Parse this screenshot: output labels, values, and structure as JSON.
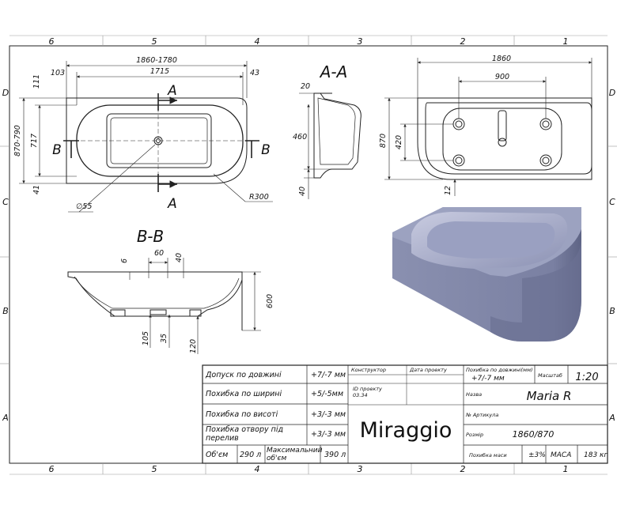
{
  "frame": {
    "columns": [
      "6",
      "5",
      "4",
      "3",
      "2",
      "1"
    ],
    "rows": [
      "D",
      "C",
      "B",
      "A"
    ]
  },
  "top_view": {
    "overall_length": "1860-1780",
    "left_offset": "103",
    "inner_length": "1715",
    "right_offset": "43",
    "top_margin": "111",
    "inner_width": "717",
    "bottom_margin": "41",
    "overall_width": "870-790",
    "drain_diameter": "∅55",
    "corner_radius": "R300",
    "section_a": "A",
    "section_b": "B"
  },
  "section_aa": {
    "title": "A-A",
    "rim": "20",
    "depth": "460",
    "base": "40"
  },
  "right_view": {
    "length": "1860",
    "hole_spacing": "900",
    "width": "870",
    "hole_offset": "420",
    "rim": "12"
  },
  "section_bb": {
    "title": "B-B",
    "rim": "6",
    "drain_width": "60",
    "drain_offset": "40",
    "height": "600",
    "foot_a": "105",
    "foot_b": "35",
    "foot_c": "120"
  },
  "title_block": {
    "tol_length_label": "Допуск по довжині",
    "tol_length_value": "+7/-7 мм",
    "tol_width_label": "Похибка по ширині",
    "tol_width_value": "+5/-5мм",
    "tol_height_label": "Похибка по висоті",
    "tol_height_value": "+3/-3 мм",
    "tol_overflow_label": "Похибка отвору під перелив",
    "tol_overflow_value": "+3/-3 мм",
    "volume_label": "Об'єм",
    "volume_value": "290 л",
    "max_volume_label": "Максимальний об'єм",
    "max_volume_value": "390 л",
    "designer_label": "Конструктор",
    "date_label": "Дата проекту",
    "project_id": "ID проекту 03.34",
    "brand": "Miraggio",
    "length_tol_label": "Похибка по довжині(мм)",
    "length_tol_value": "+7/-7 мм",
    "scale_label": "Масштаб",
    "scale_value": "1:20",
    "name_label": "Назва",
    "name_value": "Maria R",
    "article_label": "№ Артикула",
    "size_label": "Розмір",
    "size_value": "1860/870",
    "mass_tol_label": "Похибка маси",
    "mass_tol_value": "±3%",
    "mass_label": "МАСА",
    "mass_value": "183 кг"
  },
  "colors": {
    "line": "#222222",
    "render_face": "#7f86a8",
    "render_light": "#aeb3cc",
    "render_shadow": "#5c6283"
  }
}
